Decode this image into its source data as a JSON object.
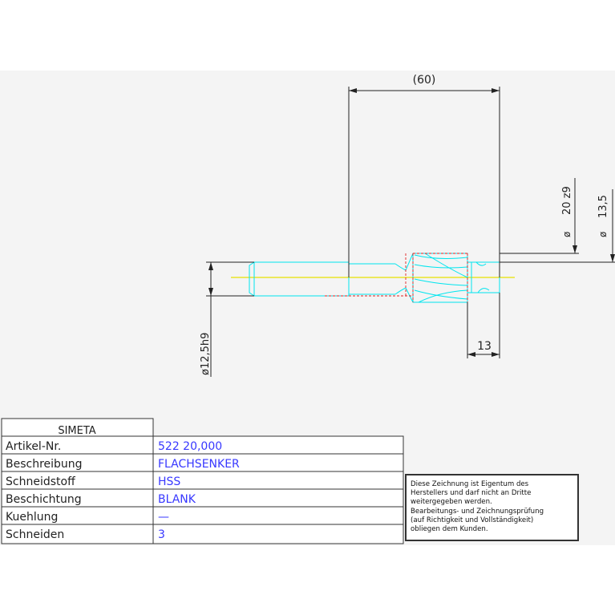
{
  "dimensions": {
    "length": "(60)",
    "diameter_pilot": "20 z9",
    "diameter_bore": "13,5",
    "diameter_shank": "ø12,5h9",
    "diameter_symbol": "ø",
    "pilot_length": "13"
  },
  "title_block": {
    "header": "SIMETA",
    "rows": [
      {
        "label": "Artikel-Nr.",
        "value": "522  20,000"
      },
      {
        "label": "Beschreibung",
        "value": "FLACHSENKER"
      },
      {
        "label": "Schneidstoff",
        "value": "HSS"
      },
      {
        "label": "Beschichtung",
        "value": "BLANK"
      },
      {
        "label": "Kuehlung",
        "value": "—"
      },
      {
        "label": "Schneiden",
        "value": "3"
      }
    ]
  },
  "notice": {
    "lines": [
      "Diese Zeichnung ist Eigentum des",
      "Herstellers und darf nicht an Dritte",
      "weitergegeben werden.",
      "Bearbeitungs- und Zeichnungsprüfung",
      "(auf Richtigkeit und Vollständigkeit)",
      "obliegen dem Kunden."
    ]
  },
  "colors": {
    "tool_outline": "#00e5ee",
    "centerline": "#e8e000",
    "hidden_lines": "#e02020",
    "dimension_lines": "#222222",
    "value_text": "#3838ff"
  }
}
